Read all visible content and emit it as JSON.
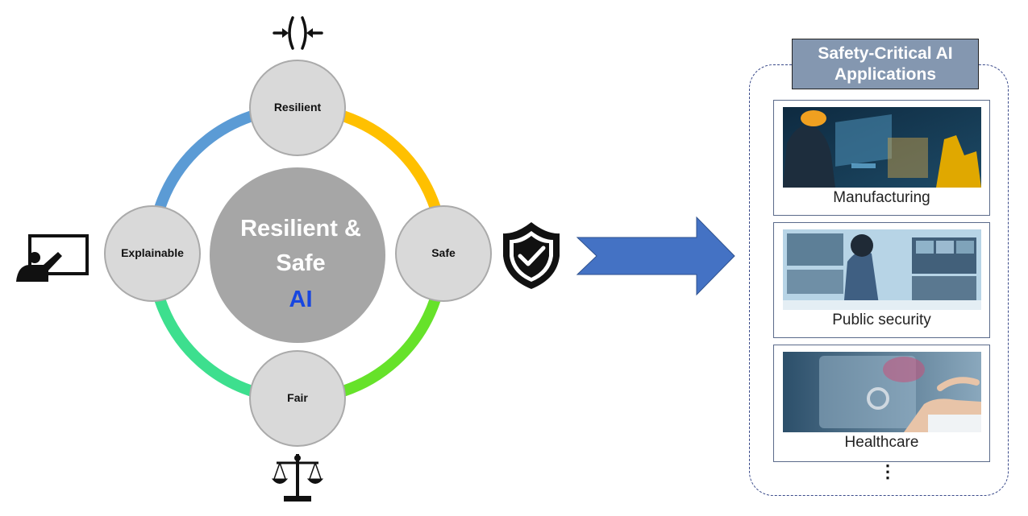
{
  "center": {
    "line1": "Resilient &",
    "line2": "Safe",
    "line3": "AI"
  },
  "nodes": {
    "resilient": "Resilient",
    "safe": "Safe",
    "fair": "Fair",
    "explainable": "Explainable"
  },
  "ring_colors": {
    "top_right": "#ffc000",
    "bottom_right": "#66e22a",
    "bottom_left": "#3ddf8e",
    "top_left": "#5b9bd5"
  },
  "icons": {
    "resilient": "compress-arrows-icon",
    "safe": "shield-check-icon",
    "fair": "scales-icon",
    "explainable": "presentation-icon",
    "flow": "right-arrow-icon"
  },
  "applications": {
    "title": "Safety-Critical AI Applications",
    "items": [
      {
        "label": "Manufacturing",
        "image": "manufacturing-photo"
      },
      {
        "label": "Public security",
        "image": "security-monitoring-photo"
      },
      {
        "label": "Healthcare",
        "image": "healthcare-ai-photo"
      }
    ],
    "more": "⋮"
  },
  "colors": {
    "arrow": "#4472c4",
    "title_bg": "#8497b0",
    "node_fill": "#d9d9d9",
    "center_fill": "#a6a6a6"
  }
}
